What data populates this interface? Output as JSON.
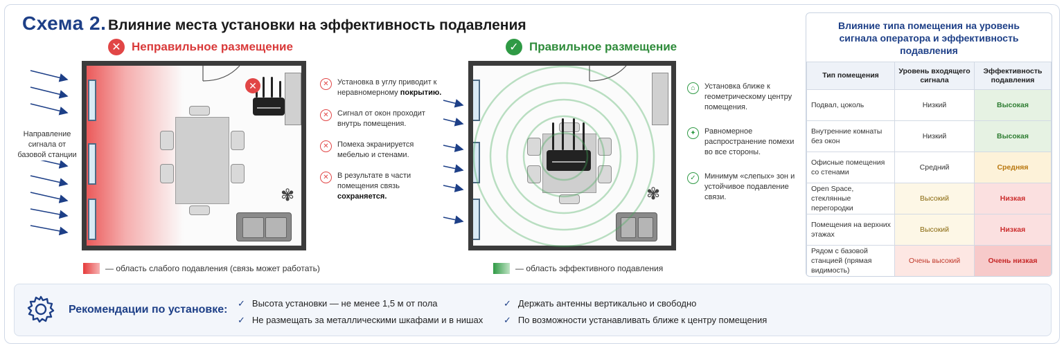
{
  "header": {
    "scheme_no": "Схема 2.",
    "title": "Влияние места установки на эффективность подавления"
  },
  "incorrect": {
    "heading": "Неправильное размещение",
    "notes": [
      {
        "text": "Установка в углу приводит к неравномерному ",
        "bold": "покрытию."
      },
      {
        "text": "Сигнал от окон проходит внутрь помещения.",
        "bold": ""
      },
      {
        "text": "Помеха экранируется мебелью и стенами.",
        "bold": ""
      },
      {
        "text": "В результате в части помещения связь ",
        "bold": "сохраняется."
      }
    ],
    "legend": "— область слабого подавления (связь может работать)"
  },
  "signal_direction_label": "Направление сигнала от базовой станции",
  "correct": {
    "heading": "Правильное размещение",
    "notes": [
      {
        "text": "Установка ближе к геометрическому центру помещения.",
        "icon": "center-home-icon"
      },
      {
        "text": "Равномерное распространение помехи во все стороны.",
        "icon": "radiation-icon"
      },
      {
        "text": "Минимум «слепых» зон и устойчивое подавление связи.",
        "icon": "shield-check-icon"
      }
    ],
    "legend": "— область эффективного подавления"
  },
  "table": {
    "title": "Влияние типа помещения на уровень сигнала оператора и эффективность подавления",
    "headers": [
      "Тип помещения",
      "Уровень входящего сигнала",
      "Эффективность подавления"
    ],
    "rows": [
      {
        "type": "Подвал, цоколь",
        "signal": "Низкий",
        "efficiency": "Высокая"
      },
      {
        "type": "Внутренние комнаты без окон",
        "signal": "Низкий",
        "efficiency": "Высокая"
      },
      {
        "type": "Офисные помещения со стенами",
        "signal": "Средний",
        "efficiency": "Средняя"
      },
      {
        "type": "Open Space, стеклянные перегородки",
        "signal": "Высокий",
        "efficiency": "Низкая"
      },
      {
        "type": "Помещения на верхних этажах",
        "signal": "Высокий",
        "efficiency": "Низкая"
      },
      {
        "type": "Рядом с базовой станцией (прямая видимость)",
        "signal": "Очень высокий",
        "efficiency": "Очень низкая"
      }
    ]
  },
  "recommendations": {
    "title": "Рекомендации по установке:",
    "col1": [
      "Высота установки — не менее 1,5 м от пола",
      "Не размещать за металлическими шкафами и в нишах"
    ],
    "col2": [
      "Держать антенны вертикально и свободно",
      "По возможности устанавливать ближе к центру помещения"
    ]
  },
  "colors": {
    "brand_blue": "#1d3f87",
    "bad_red": "#e14646",
    "good_green": "#2f9a45"
  }
}
